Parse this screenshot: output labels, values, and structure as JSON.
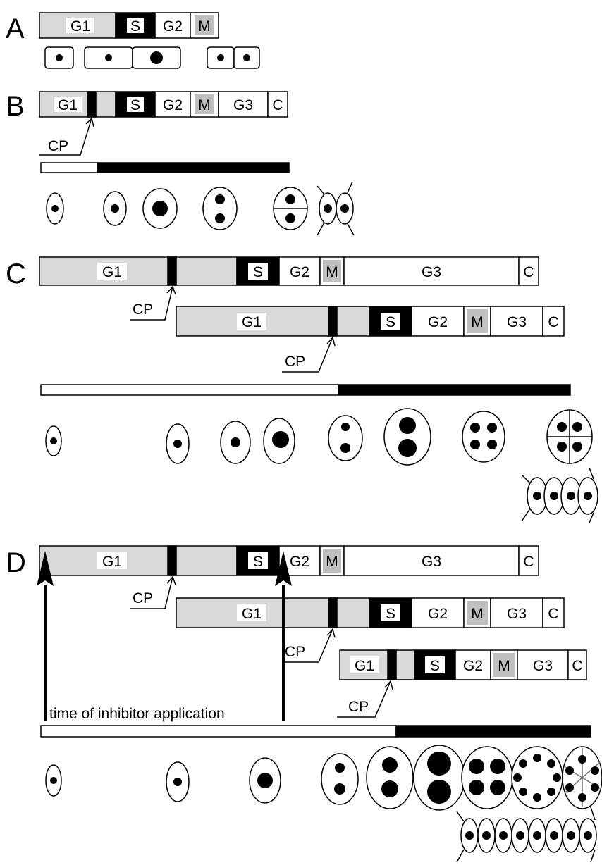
{
  "panels": [
    "A",
    "B",
    "C",
    "D"
  ],
  "phase_labels": {
    "g1": "G1",
    "s": "S",
    "g2": "G2",
    "m": "M",
    "g3": "G3",
    "c": "C"
  },
  "checkpoint_label": "CP",
  "inhibitor_label": "time of inhibitor application",
  "colors": {
    "g1": "#d9d9d9",
    "m": "#bfbfbf",
    "dark": "#000000",
    "white": "#ffffff"
  }
}
